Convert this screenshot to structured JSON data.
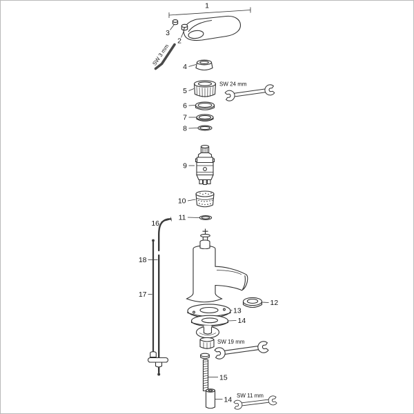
{
  "part_labels": {
    "p1": "1",
    "p2": "2",
    "p3": "3",
    "p4": "4",
    "p5": "5",
    "p6": "6",
    "p7": "7",
    "p8": "8",
    "p9": "9",
    "p10": "10",
    "p11": "11",
    "p12": "12",
    "p13": "13",
    "p14_upper": "14",
    "p14_lower": "14",
    "p15": "15",
    "p16": "16",
    "p17": "17",
    "p18": "18"
  },
  "tool_labels": {
    "allen_key": "SW 3 mm",
    "wrench_24": "SW 24 mm",
    "wrench_19": "SW 19 mm",
    "wrench_11": "SW 11 mm"
  }
}
